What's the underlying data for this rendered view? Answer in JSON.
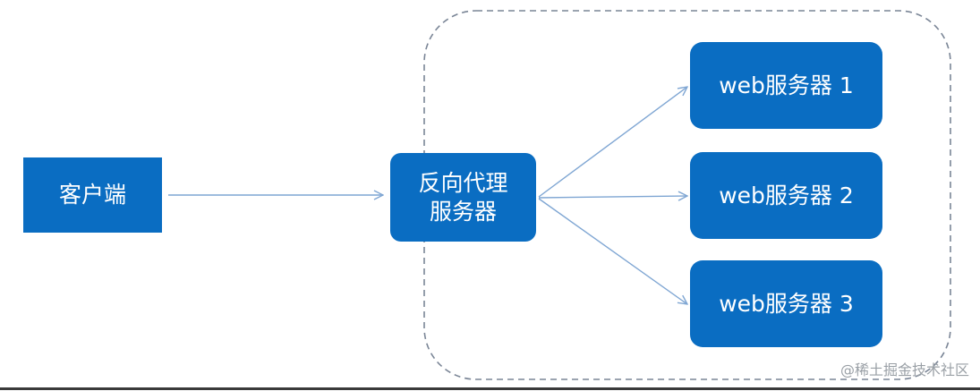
{
  "nodes": {
    "client": "客户端",
    "proxy": "反向代理\n服务器",
    "web_servers": [
      "web服务器 1",
      "web服务器 2",
      "web服务器 3"
    ]
  },
  "watermark": "@稀土掘金技术社区",
  "colors": {
    "node_fill": "#0a6dc2",
    "node_text": "#ffffff",
    "arrow": "#7fa6d3",
    "group_border": "#7a8596"
  }
}
